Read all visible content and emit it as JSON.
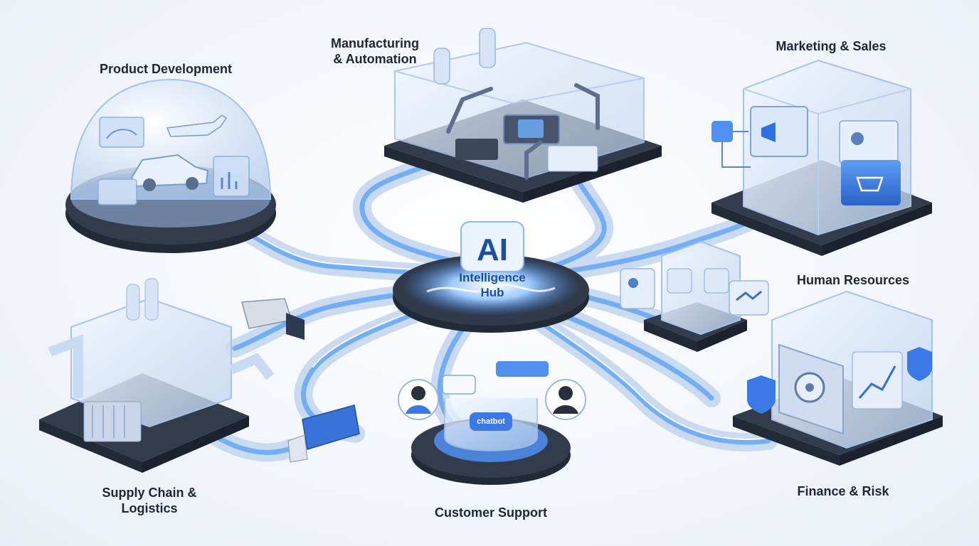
{
  "hub": {
    "title": "AI",
    "subtitle": "Intelligence\nHub"
  },
  "nodes": {
    "product_development": "Product Development",
    "manufacturing": "Manufacturing\n& Automation",
    "marketing_sales": "Marketing & Sales",
    "human_resources": "Human Resources",
    "supply_chain": "Supply Chain &\nLogistics",
    "customer_support": "Customer Support",
    "finance_risk": "Finance & Risk"
  },
  "chatbot_label": "chatbot",
  "colors": {
    "accent": "#2f6fe0",
    "glow": "#5aa6ff",
    "platform": "#2a3140",
    "glass": "#c9dcf2",
    "text": "#1f2633"
  }
}
